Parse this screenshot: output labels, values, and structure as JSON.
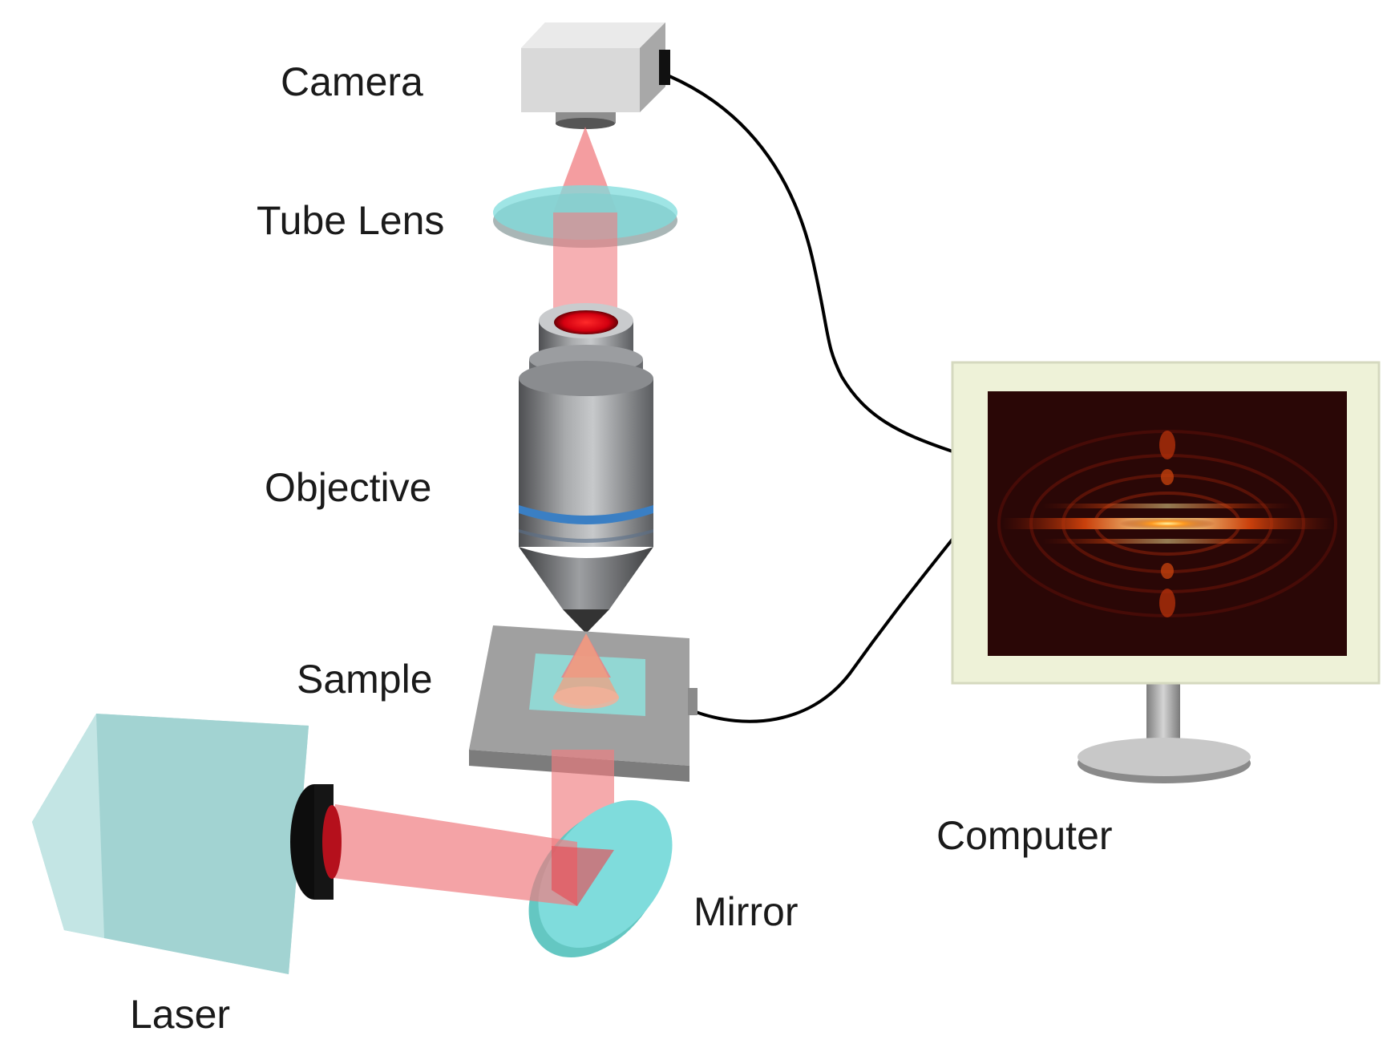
{
  "labels": {
    "camera": "Camera",
    "tube_lens": "Tube Lens",
    "objective": "Objective",
    "sample": "Sample",
    "laser": "Laser",
    "mirror": "Mirror",
    "computer": "Computer"
  },
  "colors": {
    "beam": "#f07c80",
    "beam_core": "#e8101c",
    "glass": "#7fdcdc",
    "laser_body": "#a9d8d8",
    "stage": "#a0a0a0",
    "monitor_frame": "#eef2d8",
    "screen": "#2a0706",
    "cable": "#000000"
  }
}
